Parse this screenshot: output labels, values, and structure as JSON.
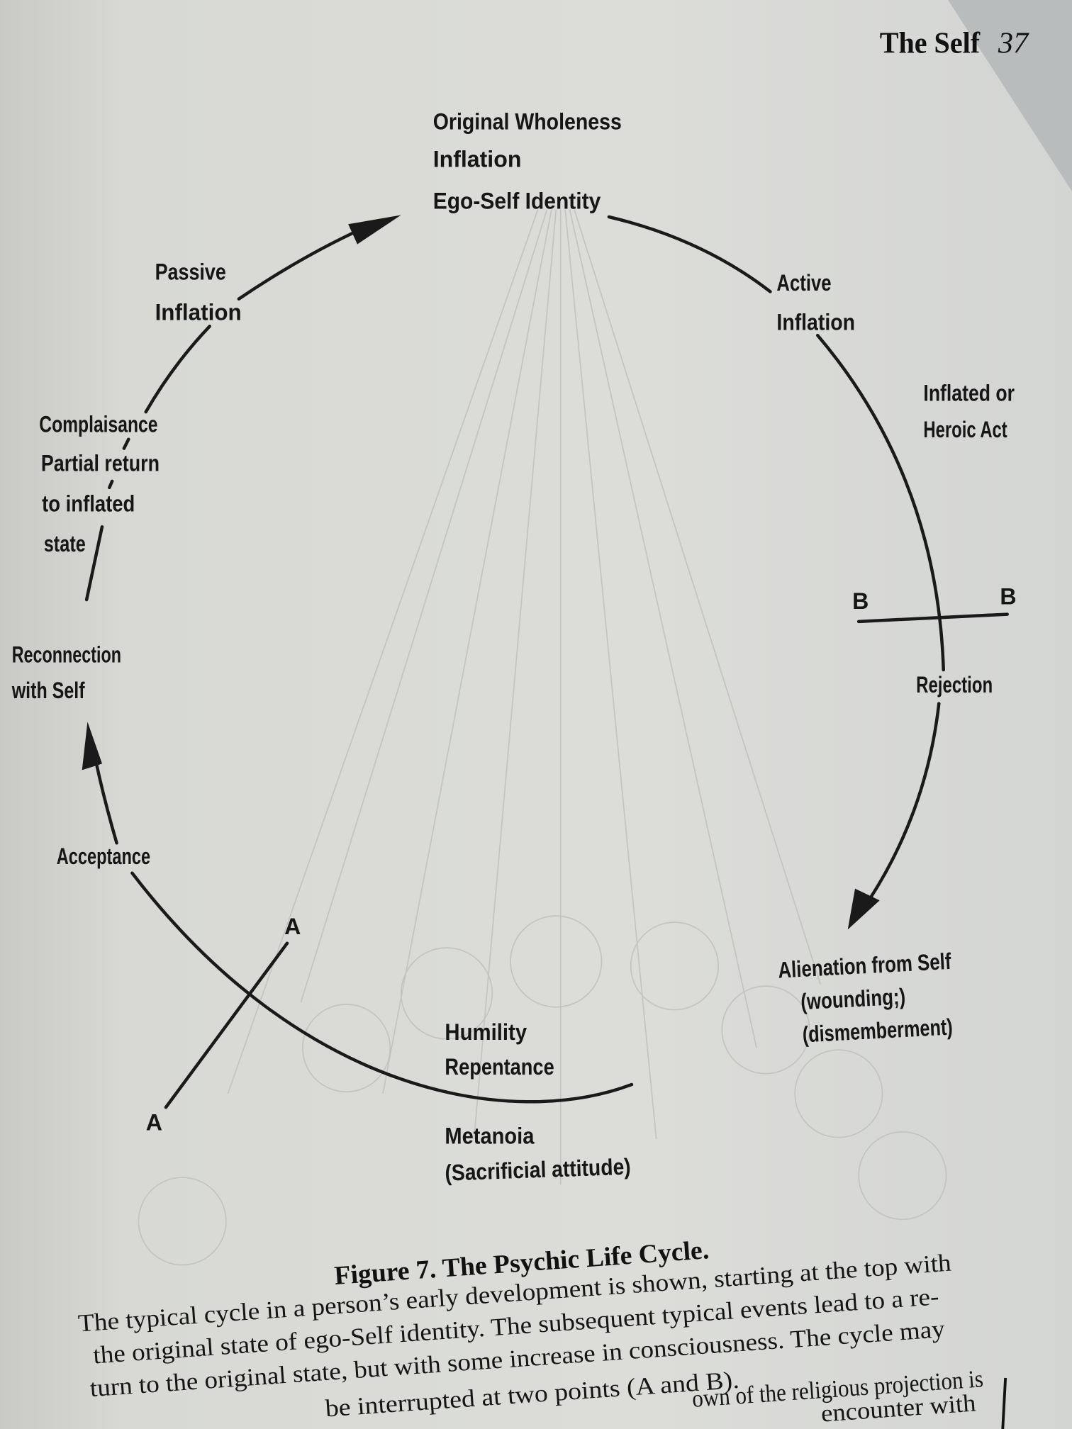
{
  "header": {
    "chapter": "The Self",
    "page_number": "37"
  },
  "diagram": {
    "top": [
      "Original Wholeness",
      "Inflation",
      "Ego-Self Identity"
    ],
    "active_inflation": [
      "Active",
      "Inflation"
    ],
    "heroic_act": [
      "Inflated or",
      "Heroic Act"
    ],
    "rejection": "Rejection",
    "alienation": [
      "Alienation from Self",
      "(wounding;)",
      "(dismemberment)"
    ],
    "humility": [
      "Humility",
      "Repentance"
    ],
    "metanoia": [
      "Metanoia",
      "(Sacrificial attitude)"
    ],
    "acceptance": "Acceptance",
    "reconnection": [
      "Reconnection",
      "with Self"
    ],
    "complaisance": [
      "Complaisance",
      "Partial return",
      "to inflated",
      "state"
    ],
    "passive_inflation": [
      "Passive",
      "Inflation"
    ],
    "point_a": "A",
    "point_b": "B"
  },
  "caption": {
    "title": "Figure 7. The Psychic Life Cycle.",
    "lines": [
      "The typical cycle in a person’s early development is shown, starting at the top with",
      "the original state of ego-Self identity. The subsequent typical events lead to a re-",
      "turn to the original state, but with some increase in consciousness. The cycle may",
      "be interrupted at two points (A and B)."
    ]
  },
  "body_text": [
    "own of the religious projection is",
    "encounter with"
  ]
}
